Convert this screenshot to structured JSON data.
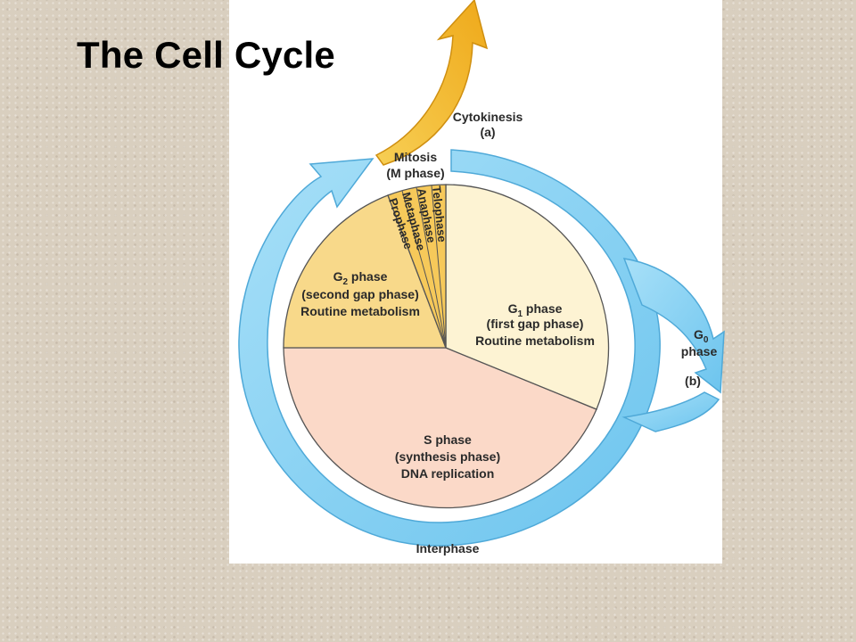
{
  "slide": {
    "title": "The Cell Cycle"
  },
  "diagram": {
    "cytokinesis": {
      "label": "Cytokinesis",
      "tag": "(a)"
    },
    "mitosis": {
      "label": "Mitosis",
      "sub": "(M phase)"
    },
    "mitosis_stages": [
      "Prophase",
      "Metaphase",
      "Anaphase",
      "Telophase"
    ],
    "g1": {
      "name": "G",
      "sub": "1",
      "suffix": " phase",
      "line2": "(first gap phase)",
      "line3": "Routine metabolism"
    },
    "g2": {
      "name": "G",
      "sub": "2",
      "suffix": " phase",
      "line2": "(second gap phase)",
      "line3": "Routine metabolism"
    },
    "s": {
      "line1": "S phase",
      "line2": "(synthesis phase)",
      "line3": "DNA replication"
    },
    "g0": {
      "name": "G",
      "sub": "0",
      "line2": "phase",
      "tag": "(b)"
    },
    "interphase": "Interphase",
    "colors": {
      "g1": "#fdf3d3",
      "g2": "#f8d98a",
      "s": "#fbd9c8",
      "mitosis": "#f6c95a",
      "arrow_blue": "#8fd3f4",
      "arrow_yellow": "#f2b521"
    }
  }
}
